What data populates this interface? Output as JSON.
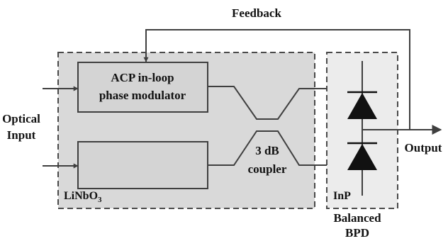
{
  "labels": {
    "feedback": "Feedback",
    "optical_input_line1": "Optical",
    "optical_input_line2": "Input",
    "modulator_line1": "ACP in-loop",
    "modulator_line2": "phase modulator",
    "coupler_line1": "3 dB",
    "coupler_line2": "coupler",
    "material_main": "LiNbO",
    "material_sub": "3",
    "output": "Output",
    "inp": "InP",
    "bpd_line1": "Balanced",
    "bpd_line2": "BPD"
  },
  "colors": {
    "chip_fill": "#d9d9d9",
    "bpd_fill": "#ececec",
    "block_fill": "#d4d4d4",
    "line": "#3f3f3f",
    "diode": "#111111"
  },
  "icons": {
    "photodiode_upper": "photodiode-icon",
    "photodiode_lower": "photodiode-icon"
  }
}
